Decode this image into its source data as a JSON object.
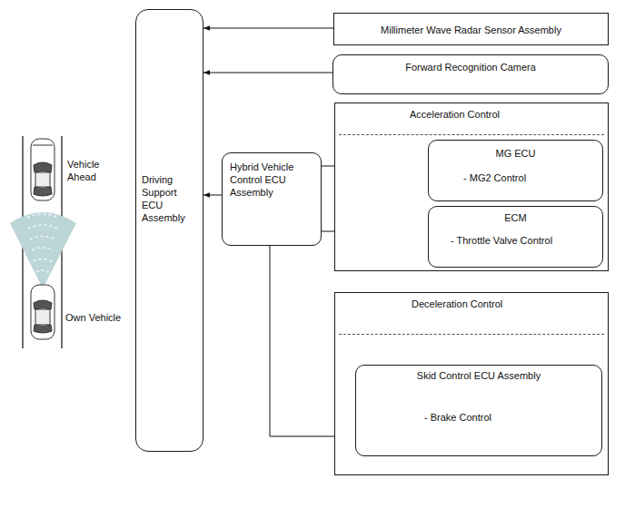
{
  "diagram": {
    "nodes": [
      {
        "text": [
          "Driving Support ECU Assembly"
        ]
      },
      {
        "text": [
          "Millimeter Wave Radar Sensor Assembly"
        ]
      },
      {
        "text": [
          "Forward Recognition Camera"
        ]
      },
      {
        "text": [
          "Hybrid Vehicle Control ECU Assembly"
        ]
      },
      {
        "text": [
          "Acceleration Control"
        ]
      },
      {
        "text": [
          "MG ECU",
          "- MG2 Control"
        ],
        "in": 4
      },
      {
        "text": [
          "ECM",
          "- Throttle Valve Control"
        ],
        "in": 4
      },
      {
        "text": [
          "Deceleration Control"
        ]
      },
      {
        "text": [
          "Skid Control ECU Assembly",
          "- Brake Control"
        ],
        "in": 7
      }
    ],
    "edges": [
      {
        "from": 1,
        "to": 0,
        "arrow": "to"
      },
      {
        "from": 2,
        "to": 0,
        "arrow": "to"
      },
      {
        "from": 3,
        "to": 0,
        "arrow": "to"
      },
      {
        "from": 3,
        "to": 5,
        "arrow": "to"
      },
      {
        "from": 3,
        "to": 6,
        "arrow": "to"
      },
      {
        "from": 3,
        "to": 8,
        "arrow": "to"
      }
    ],
    "labels": [
      "Vehicle Ahead",
      "Own Vehicle"
    ]
  }
}
